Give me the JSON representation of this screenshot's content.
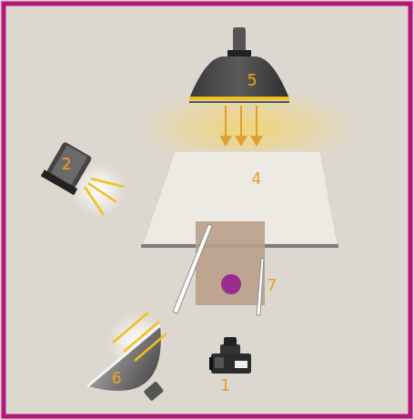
{
  "diagram": {
    "labels": [
      "5",
      "2",
      "4",
      "7",
      "6",
      "1"
    ]
  }
}
